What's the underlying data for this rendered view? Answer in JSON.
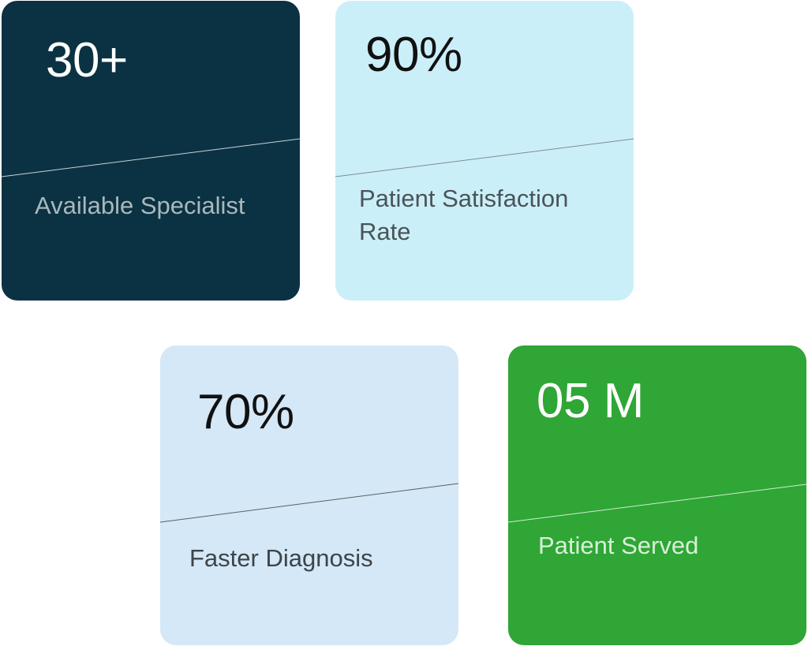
{
  "stats": [
    {
      "value": "30+",
      "label": "Available Specialist",
      "background": "#0b3242",
      "value_color": "#ffffff",
      "label_color": "#a9b8bd",
      "line_color": "#c7d3d7"
    },
    {
      "value": "90%",
      "label": "Patient Satisfaction Rate",
      "background": "#cbeff9",
      "value_color": "#111111",
      "label_color": "#4a5457",
      "line_color": "#7f8c90"
    },
    {
      "value": "70%",
      "label": "Faster Diagnosis",
      "background": "#d4e8f7",
      "value_color": "#111111",
      "label_color": "#3f4448",
      "line_color": "#5a5f63"
    },
    {
      "value": "05 M",
      "label": "Patient Served",
      "background": "#2fa636",
      "value_color": "#ffffff",
      "label_color": "#d7f0d8",
      "line_color": "#cfeed0"
    }
  ]
}
